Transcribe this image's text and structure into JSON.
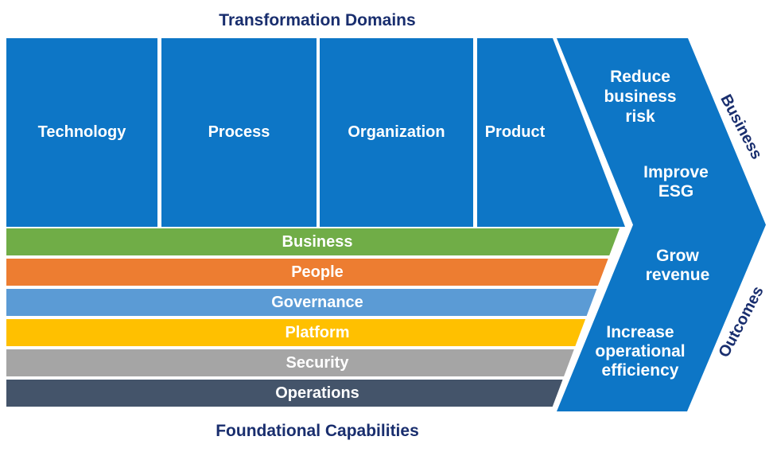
{
  "titles": {
    "top": "Transformation Domains",
    "bottom": "Foundational Capabilities"
  },
  "domains": [
    "Technology",
    "Process",
    "Organization",
    "Product"
  ],
  "capabilities": [
    {
      "label": "Business",
      "color": "#70AD47"
    },
    {
      "label": "People",
      "color": "#ED7D31"
    },
    {
      "label": "Governance",
      "color": "#5B9BD5"
    },
    {
      "label": "Platform",
      "color": "#FFC000"
    },
    {
      "label": "Security",
      "color": "#A5A5A5"
    },
    {
      "label": "Operations",
      "color": "#44546A"
    }
  ],
  "outcomes": {
    "items": [
      "Reduce business risk",
      "Improve ESG",
      "Grow revenue",
      "Increase operational efficiency"
    ],
    "side_labels": [
      "Business",
      "Outcomes"
    ]
  },
  "colors": {
    "primary_blue": "#0D76C6",
    "navy_text": "#192E6E",
    "background": "#FFFFFF",
    "outcome_text": "#FFFFFF"
  }
}
